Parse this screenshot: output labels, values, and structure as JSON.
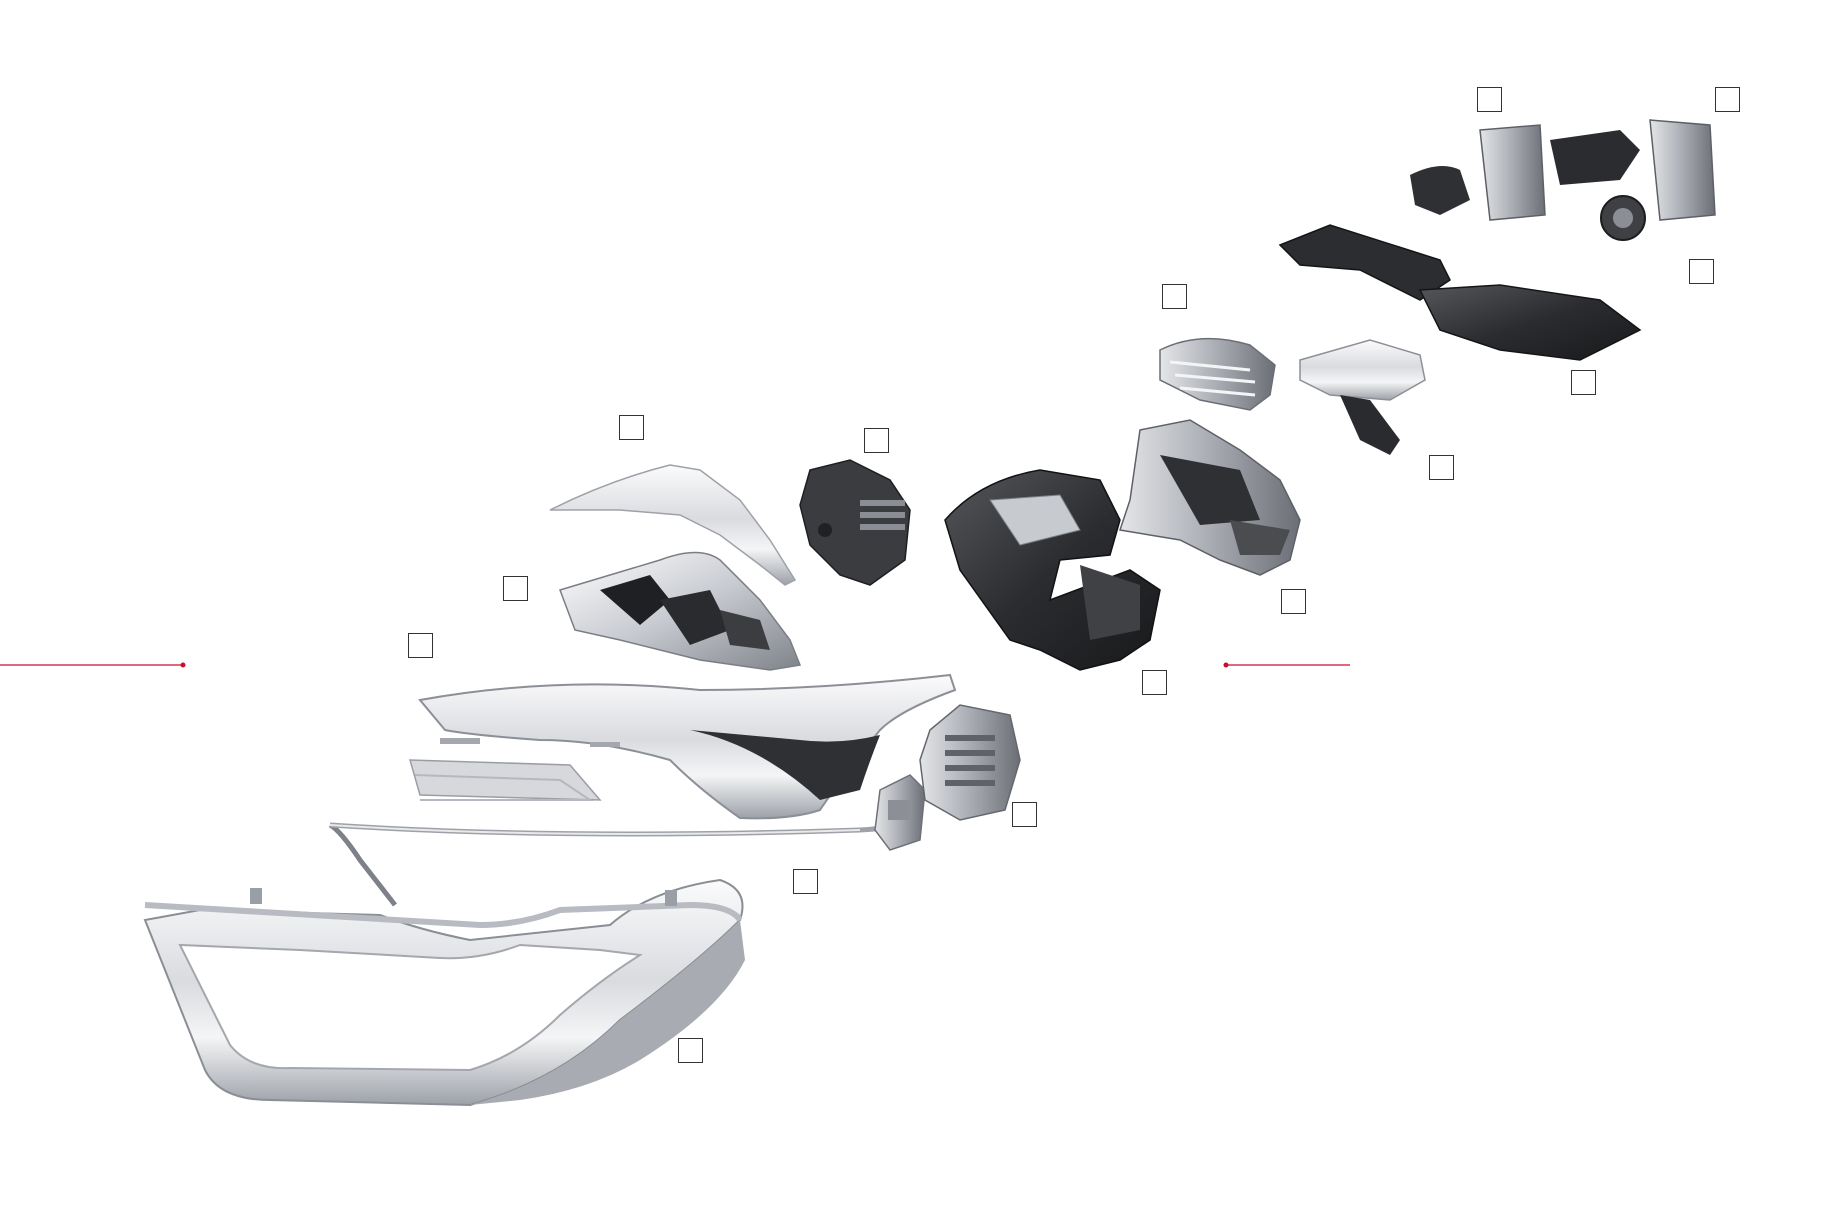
{
  "diagram": {
    "subject": "exploded-headlight-assembly",
    "colors": {
      "accent_rule": "#c8102e",
      "chrome_light": "#f2f2f4",
      "chrome_mid": "#c9ccd1",
      "chrome_dark": "#8a8e95",
      "housing_dark": "#2a2b2e",
      "housing_mid": "#4a4c50"
    },
    "parts": [
      {
        "name": "outer-chrome-bezel"
      },
      {
        "name": "light-guide-rod"
      },
      {
        "name": "drl-light-bar"
      },
      {
        "name": "led-module-small"
      },
      {
        "name": "led-driver-module"
      },
      {
        "name": "reflector-insert"
      },
      {
        "name": "upper-trim-panel"
      },
      {
        "name": "led-cooling-block"
      },
      {
        "name": "dark-projector-housing"
      },
      {
        "name": "projector-bracket-frame"
      },
      {
        "name": "heatsink-fan-cluster"
      },
      {
        "name": "control-electronics-assembly"
      }
    ],
    "labels": [
      {
        "id": "callout-1",
        "text": ""
      },
      {
        "id": "callout-2",
        "text": ""
      },
      {
        "id": "callout-3",
        "text": ""
      },
      {
        "id": "callout-4",
        "text": ""
      },
      {
        "id": "callout-5",
        "text": ""
      },
      {
        "id": "callout-6",
        "text": ""
      },
      {
        "id": "callout-7",
        "text": ""
      },
      {
        "id": "callout-8",
        "text": ""
      },
      {
        "id": "callout-9",
        "text": ""
      },
      {
        "id": "callout-10",
        "text": ""
      },
      {
        "id": "callout-11",
        "text": ""
      },
      {
        "id": "callout-12",
        "text": ""
      },
      {
        "id": "callout-13",
        "text": ""
      },
      {
        "id": "callout-14",
        "text": ""
      },
      {
        "id": "callout-15",
        "text": ""
      },
      {
        "id": "callout-16",
        "text": ""
      }
    ]
  }
}
